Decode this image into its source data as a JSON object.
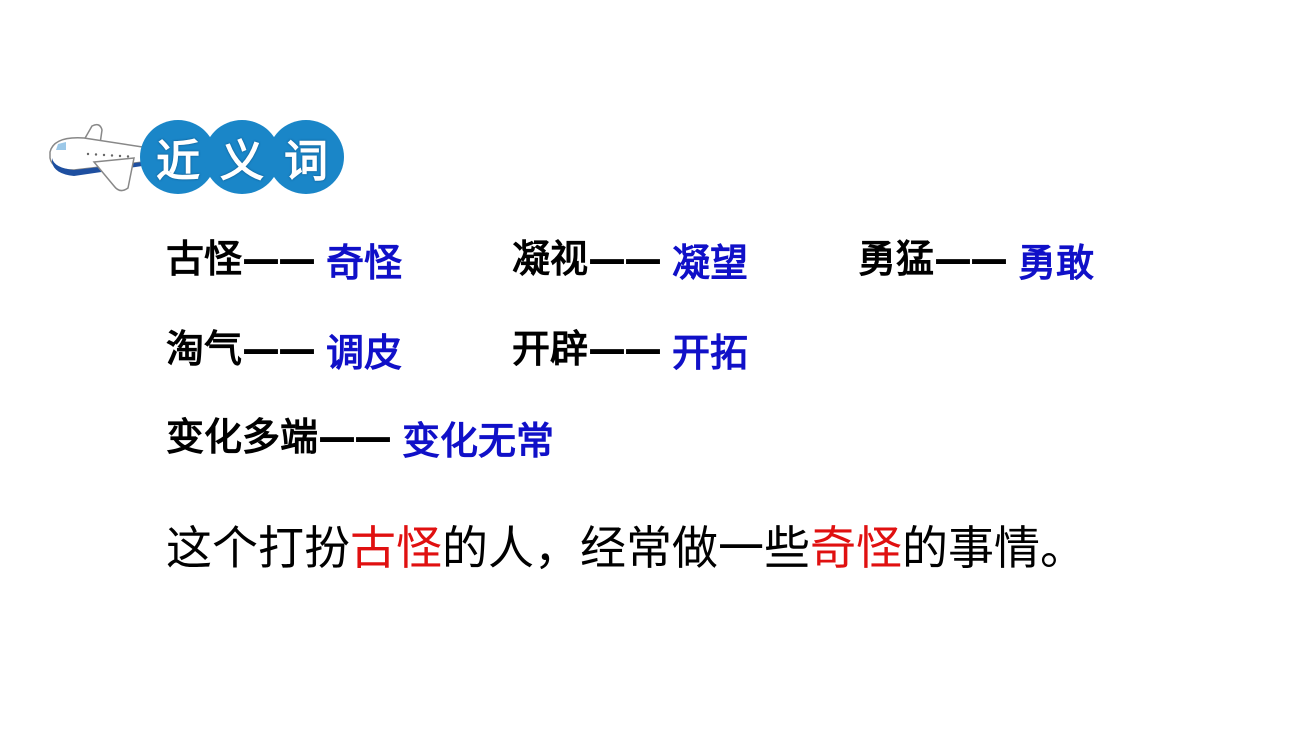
{
  "header": {
    "icon": "airplane-icon",
    "title_chars": [
      "近",
      "义",
      "词"
    ],
    "badge_color": "#1a86c8"
  },
  "pairs": [
    {
      "term": "古怪",
      "dash": "——",
      "synonym": "奇怪"
    },
    {
      "term": "凝视",
      "dash": "——",
      "synonym": "凝望"
    },
    {
      "term": "勇猛",
      "dash": "——",
      "synonym": "勇敢"
    },
    {
      "term": "淘气",
      "dash": "——",
      "synonym": "调皮"
    },
    {
      "term": "开辟",
      "dash": "——",
      "synonym": "开拓"
    },
    {
      "term": "变化多端",
      "dash": "——",
      "synonym": "变化无常"
    }
  ],
  "sentence": {
    "parts": [
      {
        "text": "这个打扮",
        "highlight": false
      },
      {
        "text": "古怪",
        "highlight": true
      },
      {
        "text": "的人，经常做一些",
        "highlight": false
      },
      {
        "text": "奇怪",
        "highlight": true
      },
      {
        "text": "的事情。",
        "highlight": false
      }
    ]
  },
  "colors": {
    "term": "#000000",
    "synonym": "#1010c8",
    "highlight": "#e01010"
  }
}
